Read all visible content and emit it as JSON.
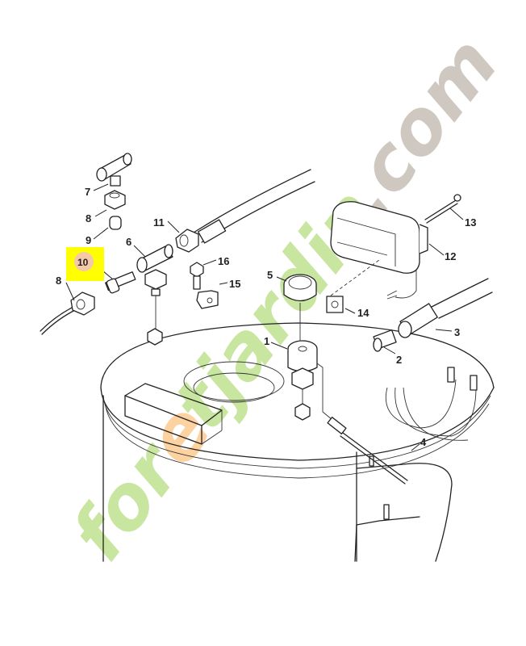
{
  "diagram": {
    "type": "exploded-parts-diagram",
    "highlight_color": "#ffff00",
    "highlight_badge_color": "#f5c9a8",
    "highlighted_part": "10",
    "labels": [
      {
        "id": "1",
        "text": "1"
      },
      {
        "id": "2",
        "text": "2"
      },
      {
        "id": "3",
        "text": "3"
      },
      {
        "id": "4",
        "text": "4"
      },
      {
        "id": "5",
        "text": "5"
      },
      {
        "id": "6",
        "text": "6"
      },
      {
        "id": "7",
        "text": "7"
      },
      {
        "id": "8a",
        "text": "8"
      },
      {
        "id": "8b",
        "text": "8"
      },
      {
        "id": "9",
        "text": "9"
      },
      {
        "id": "10",
        "text": "10"
      },
      {
        "id": "11",
        "text": "11"
      },
      {
        "id": "12",
        "text": "12"
      },
      {
        "id": "13",
        "text": "13"
      },
      {
        "id": "14",
        "text": "14"
      },
      {
        "id": "15",
        "text": "15"
      },
      {
        "id": "16",
        "text": "16"
      }
    ]
  },
  "watermark": {
    "text_green_1": "for",
    "text_orange": "e",
    "text_green_2": "tjardin",
    "text_gray": ".com",
    "color_green": "#c8e6a0",
    "color_orange": "#fcd2a0",
    "color_gray": "#cfc8c0"
  }
}
